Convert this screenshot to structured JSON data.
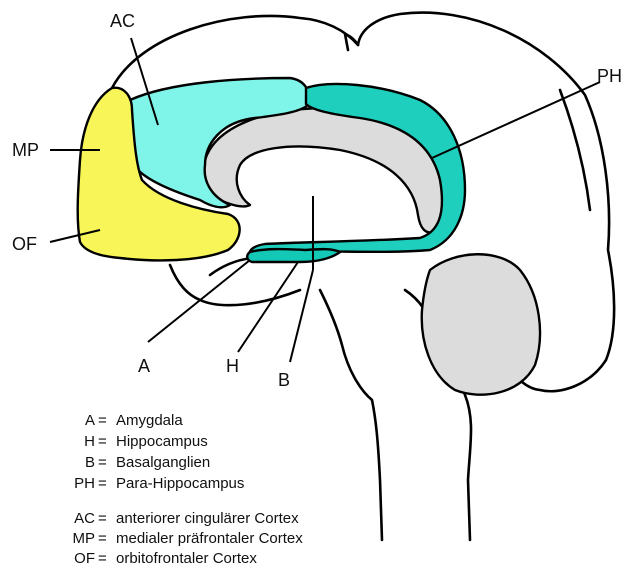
{
  "colors": {
    "ac": "#7ff4e8",
    "ph": "#1fcfbd",
    "mp_of": "#f7f557",
    "hippocampus": "#14c8b6",
    "grey": "#dcdcdc",
    "outline": "#000000"
  },
  "labels": {
    "ac": "AC",
    "ph": "PH",
    "mp": "MP",
    "of": "OF",
    "a": "A",
    "h": "H",
    "b": "B"
  },
  "legend": [
    {
      "abbr": "A",
      "sep": "=",
      "text": "Amygdala"
    },
    {
      "abbr": "H",
      "sep": "=",
      "text": "Hippocampus"
    },
    {
      "abbr": "B",
      "sep": "=",
      "text": "Basalganglien"
    },
    {
      "abbr": "PH",
      "sep": "=",
      "text": "Para-Hippocampus"
    },
    {
      "abbr": "AC",
      "sep": "=",
      "text": "anteriorer cingulärer Cortex"
    },
    {
      "abbr": "MP",
      "sep": "=",
      "text": "medialer präfrontaler Cortex"
    },
    {
      "abbr": "OF",
      "sep": "=",
      "text": "orbitofrontaler Cortex"
    }
  ]
}
